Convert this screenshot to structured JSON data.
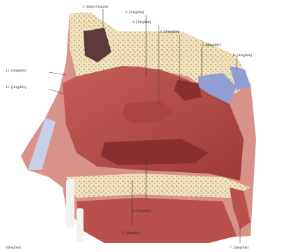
{
  "illustration": {
    "description": "Anatomical illustration, sagittal section of the nasal cavity and oral cavity",
    "colors": {
      "background": "#ffffff",
      "mucosa": "#b9504b",
      "mucosa_dark": "#8a2f2e",
      "bone": "#efe2bd",
      "bone_speckle": "#b89a63",
      "skin": "#d8928a",
      "sinus_blue": "#8f9fd3",
      "cartilage": "#c8d0e8"
    }
  },
  "labels": {
    "l1": "1. Sinus frontalis",
    "l2": "2. [illegible]",
    "l3": "3. [illegible]",
    "l4": "4. [illegible]",
    "l5": "5. [illegible]",
    "l6": "6. [illegible]",
    "l7": "7. [illegible]",
    "l8": "8. [illegible]",
    "l9": "9. [illegible]",
    "l11": "11. [illegible]",
    "l12": "12. [illegible]",
    "l13": "[illegible]"
  }
}
